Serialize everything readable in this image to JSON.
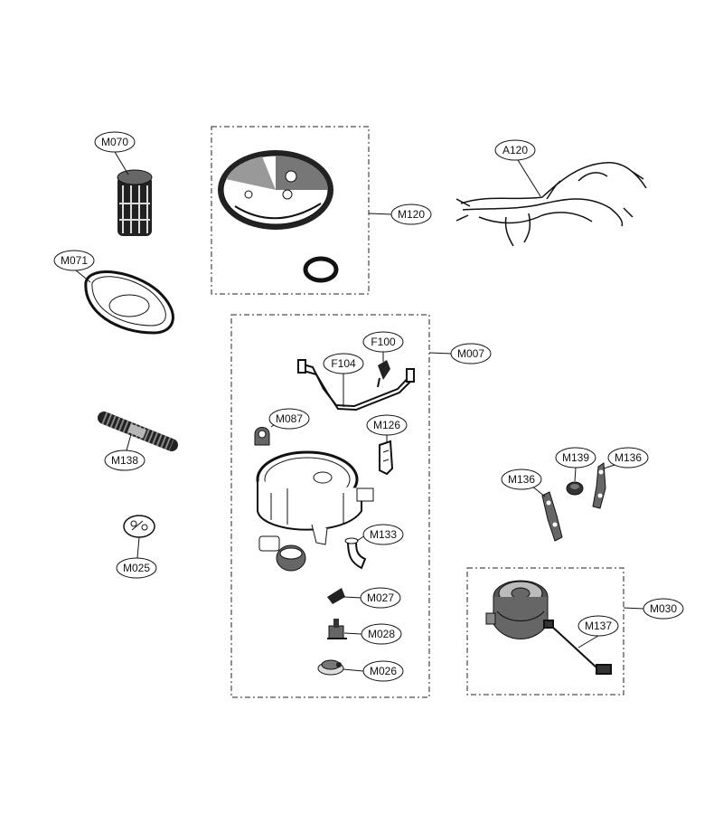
{
  "labels": {
    "m070": "M070",
    "m071": "M071",
    "m138": "M138",
    "m025": "M025",
    "m120": "M120",
    "a120": "A120",
    "m007": "M007",
    "f100": "F100",
    "f104": "F104",
    "m087": "M087",
    "m126": "M126",
    "m133": "M133",
    "m027": "M027",
    "m028": "M028",
    "m026": "M026",
    "m139": "M139",
    "m136a": "M136",
    "m136b": "M136",
    "m030": "M030",
    "m137": "M137"
  }
}
